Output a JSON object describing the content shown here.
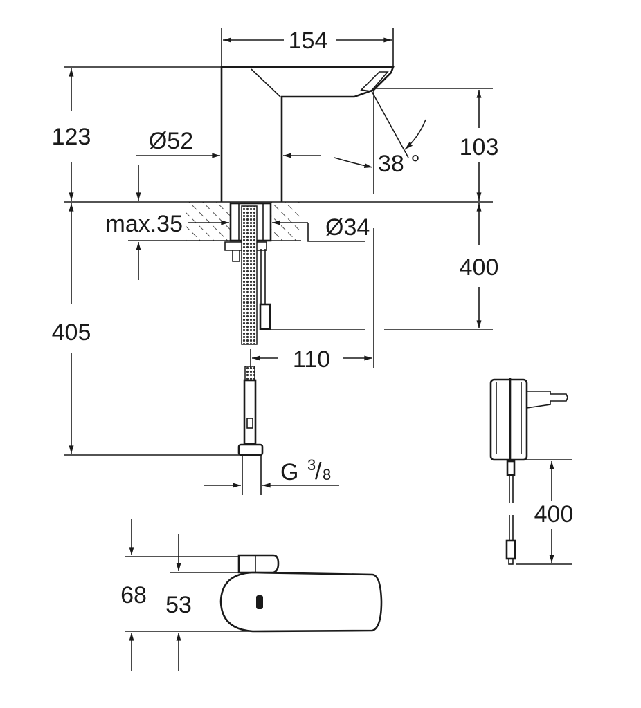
{
  "title": "Sensor basin faucet dimension drawing",
  "dimensions": {
    "width_total": "154",
    "height_body": "123",
    "diameter_body": "Ø52",
    "spray_angle": "38 °",
    "spout_height": "103",
    "max_thickness": "max.35",
    "hole_diameter": "Ø34",
    "cable_length": "400",
    "hose_length": "405",
    "spout_reach": "110",
    "thread_letter": "G",
    "thread_num": "3",
    "thread_den": "8",
    "adapter_cable": "400",
    "top_depth_total": "68",
    "top_depth_body": "53"
  },
  "colors": {
    "line": "#1a1a1a",
    "background": "#ffffff"
  }
}
